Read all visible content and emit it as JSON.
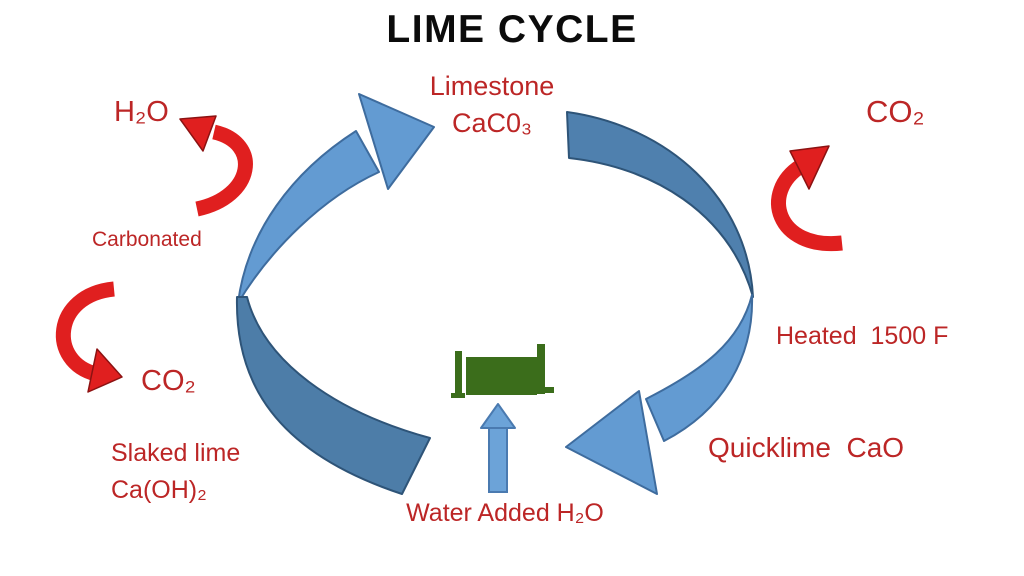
{
  "title": "LIME CYCLE",
  "nodes": {
    "limestone": {
      "name": "Limestone",
      "formula": "CaC0₃"
    },
    "quicklime": {
      "label": "Quicklime  CaO"
    },
    "slaked_lime": {
      "name": "Slaked lime",
      "formula": "Ca(OH)₂"
    }
  },
  "labels": {
    "h2o_released": "H₂O",
    "carbonated": "Carbonated",
    "co2_absorbed": "CO₂",
    "co2_released": "CO₂",
    "heated": "Heated  1500 F",
    "water_added": "Water Added H₂O"
  },
  "colors": {
    "title_text": "#0b0b0b",
    "label_red": "#bc2626",
    "arrow_red": "#e01f1f",
    "arrow_red_outline": "#8c1212",
    "cycle_blue_light": "#639bd2",
    "cycle_blue_dark": "#4d7da8",
    "cycle_blue_mid": "#4f80ae",
    "cycle_blue_outline": "#3e6c9e",
    "center_graphic_green": "#3b6d1b",
    "background": "#ffffff"
  }
}
